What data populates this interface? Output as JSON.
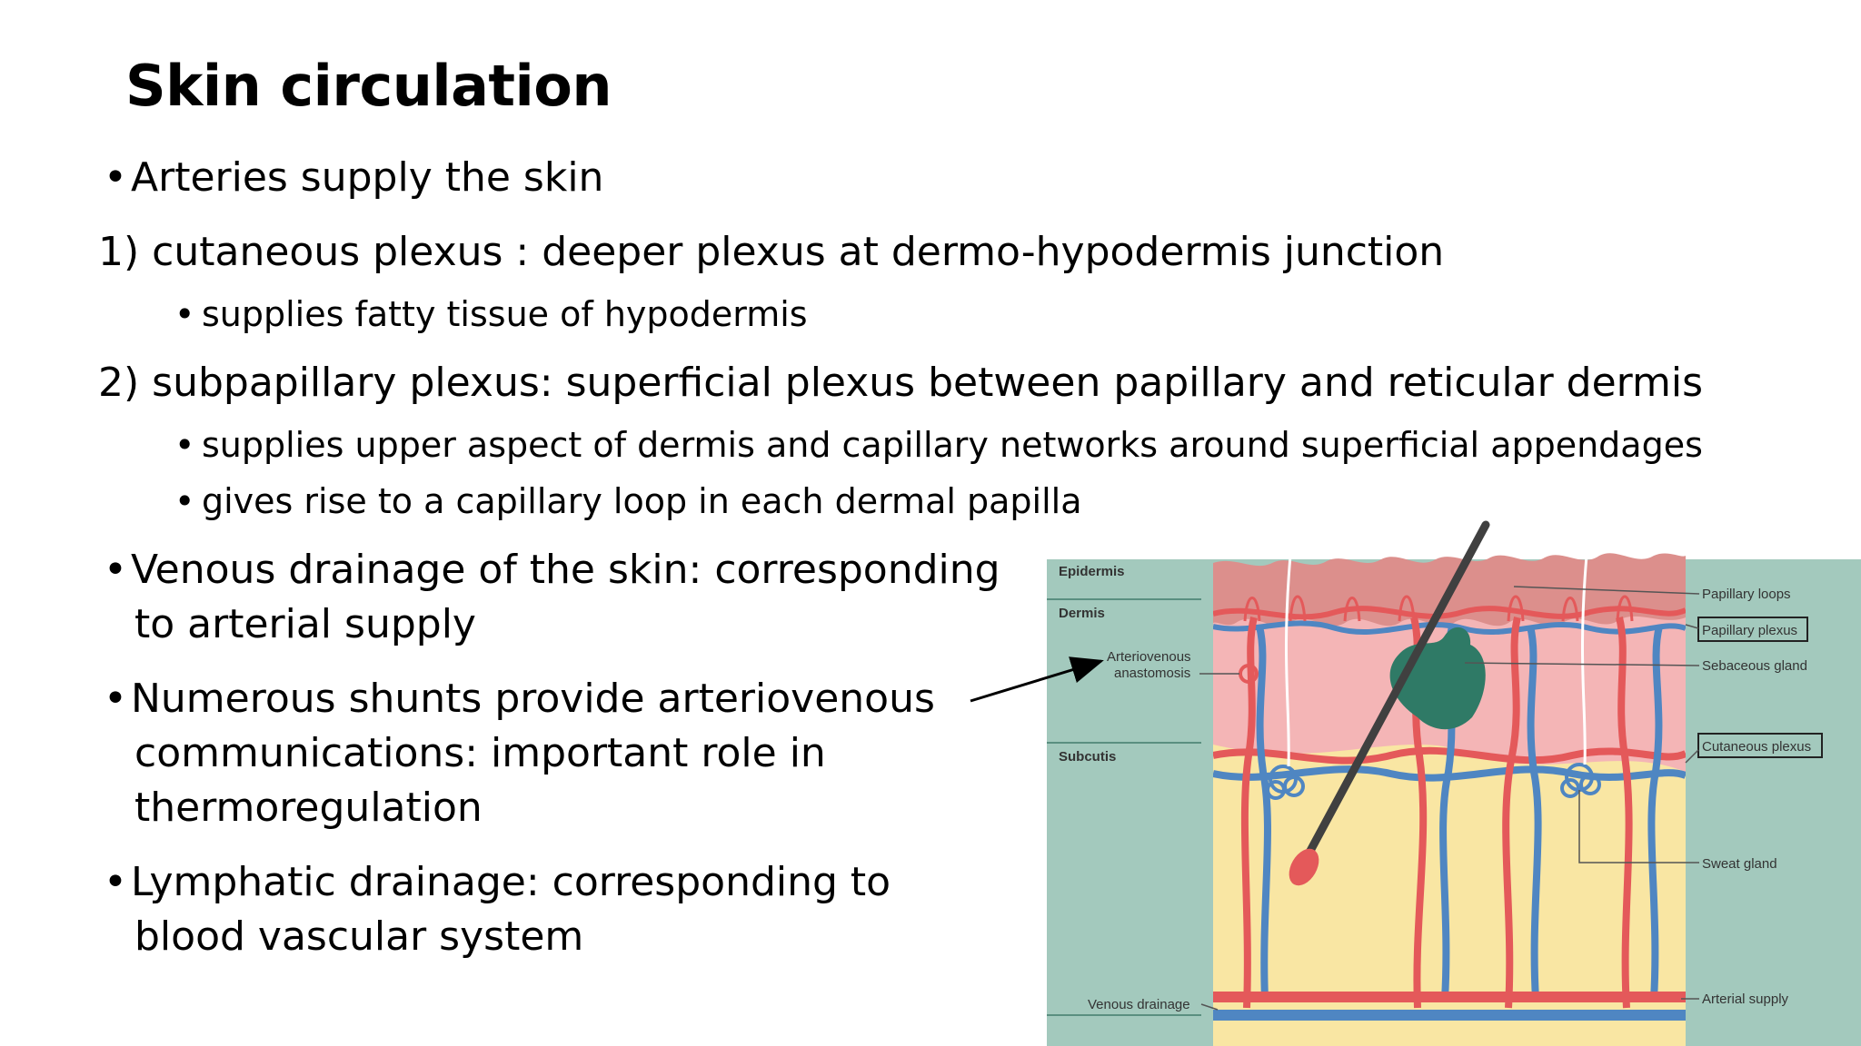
{
  "slide": {
    "title": "Skin circulation",
    "bullet_char": "•",
    "arteries": "Arteries supply the skin",
    "item1": "1) cutaneous plexus : deeper plexus at dermo-hypodermis junction",
    "item1_sub": "supplies fatty tissue of hypodermis",
    "item2": "2) subpapillary plexus:  superficial plexus between papillary and reticular dermis",
    "item2_sub1": "supplies upper aspect of dermis and capillary networks around superficial appendages",
    "item2_sub2": "gives rise to a capillary loop in each dermal papilla",
    "venous_l1": "Venous drainage of the skin: corresponding",
    "venous_l2": "to arterial supply",
    "shunts_l1": "Numerous shunts provide arteriovenous",
    "shunts_l2": "communications: important role in",
    "shunts_l3": "thermoregulation",
    "lymph_l1": "Lymphatic drainage: corresponding to",
    "lymph_l2": "blood vascular system"
  },
  "diagram": {
    "layer_labels": {
      "epidermis": "Epidermis",
      "dermis": "Dermis",
      "subcutis": "Subcutis"
    },
    "labels": {
      "av_l1": "Arteriovenous",
      "av_l2": "anastomosis",
      "venous_drainage": "Venous drainage",
      "papillary_loops": "Papillary loops",
      "papillary_plexus": "Papillary plexus",
      "sebaceous_gland": "Sebaceous gland",
      "cutaneous_plexus": "Cutaneous plexus",
      "sweat_gland": "Sweat gland",
      "arterial_supply": "Arterial supply"
    },
    "colors": {
      "panel": "#a3c9bd",
      "epidermis": "#dc8f8c",
      "dermis": "#f4b5b6",
      "subcutis": "#f9e6a3",
      "artery": "#e4595a",
      "vein": "#4f86c2",
      "gland": "#2f7a66",
      "hair": "#404040"
    }
  }
}
